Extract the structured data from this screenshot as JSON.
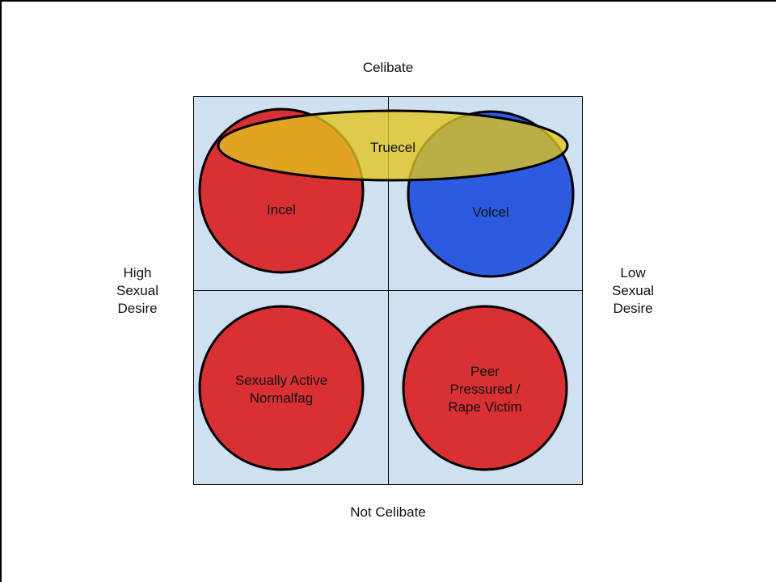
{
  "axes": {
    "top": "Celibate",
    "bottom": "Not Celibate",
    "left": [
      "High",
      "Sexual",
      "Desire"
    ],
    "right": [
      "Low",
      "Sexual",
      "Desire"
    ]
  },
  "regions": {
    "incel": "Incel",
    "volcel": "Volcel",
    "truecel": "Truecel",
    "normalfag": [
      "Sexually Active",
      "Normalfag"
    ],
    "peer": [
      "Peer",
      "Pressured /",
      "Rape Victim"
    ]
  },
  "colors": {
    "quadrant": "#cfe0f1",
    "red": "#d93034",
    "blue": "#2d5be0",
    "yellow": "#d8c12a"
  }
}
